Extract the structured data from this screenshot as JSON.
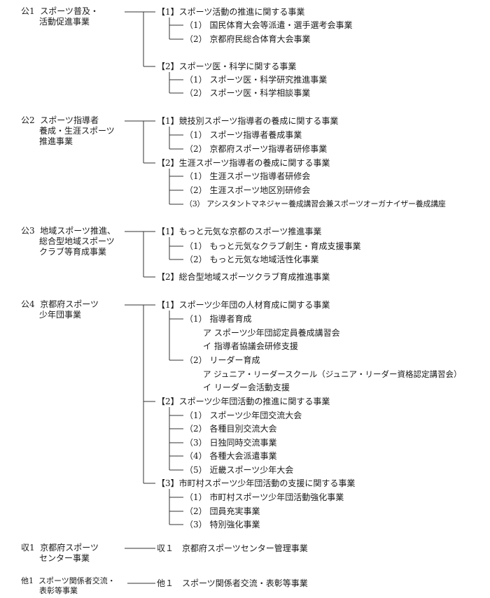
{
  "groups": [
    {
      "code": "公1",
      "name": [
        "スポーツ普及・",
        "活動促進事業"
      ],
      "projects": [
        {
          "label": "【1】スポーツ活動の推進に関する事業",
          "items": [
            {
              "label": "（1） 国民体育大会等派遣・選手選考会事業"
            },
            {
              "label": "（2） 京都府民総合体育大会事業"
            }
          ]
        },
        {
          "label": "【2】スポーツ医・科学に関する事業",
          "items": [
            {
              "label": "（1） スポーツ医・科学研究推進事業"
            },
            {
              "label": "（2） スポーツ医・科学相談事業"
            }
          ]
        }
      ]
    },
    {
      "code": "公2",
      "name": [
        "スポーツ指導者",
        "養成・生涯スポーツ",
        "推進事業"
      ],
      "projects": [
        {
          "label": "【1】競技別スポーツ指導者の養成に関する事業",
          "items": [
            {
              "label": "（1） スポーツ指導者養成事業"
            },
            {
              "label": "（2） 京都府スポーツ指導者研修事業"
            }
          ]
        },
        {
          "label": "【2】生涯スポーツ指導者の養成に関する事業",
          "items": [
            {
              "label": "（1） 生涯スポーツ指導者研修会"
            },
            {
              "label": "（2） 生涯スポーツ地区別研修会"
            },
            {
              "label": "（3） アシスタントマネジャー養成講習会兼スポーツオーガナイザー養成講座"
            }
          ]
        }
      ]
    },
    {
      "code": "公3",
      "name": [
        "地域スポーツ推進、",
        "総合型地域スポーツ",
        "クラブ等育成事業"
      ],
      "projects": [
        {
          "label": "【1】もっと元気な京都のスポーツ推進事業",
          "items": [
            {
              "label": "（1） もっと元気なクラブ創生・育成支援事業"
            },
            {
              "label": "（2） もっと元気な地域活性化事業"
            }
          ]
        },
        {
          "label": "【2】総合型地域スポーツクラブ育成推進事業",
          "items": []
        }
      ]
    },
    {
      "code": "公4",
      "name": [
        "京都府スポーツ",
        "少年団事業"
      ],
      "projects": [
        {
          "label": "【1】スポーツ少年団の人材育成に関する事業",
          "items": [
            {
              "label": "（1） 指導者育成",
              "sub": [
                "ア スポーツ少年団認定員養成講習会",
                "イ 指導者協議会研修支援"
              ]
            },
            {
              "label": "（2） リーダー育成",
              "sub": [
                "ア ジュニア・リーダースクール（ジュニア・リーダー資格認定講習会）",
                "イ リーダー会活動支援"
              ]
            }
          ]
        },
        {
          "label": "【2】スポーツ少年団活動の推進に関する事業",
          "items": [
            {
              "label": "（1） スポーツ少年団交流大会"
            },
            {
              "label": "（2） 各種目別交流大会"
            },
            {
              "label": "（3） 日独同時交流事業"
            },
            {
              "label": "（4） 各種大会派遣事業"
            },
            {
              "label": "（5） 近畿スポーツ少年大会"
            }
          ]
        },
        {
          "label": "【3】市町村スポーツ少年団活動の支援に関する事業",
          "items": [
            {
              "label": "（1） 市町村スポーツ少年団活動強化事業"
            },
            {
              "label": "（2） 団員充実事業"
            },
            {
              "label": "（3） 特別強化事業"
            }
          ]
        }
      ]
    },
    {
      "code": "収1",
      "name": [
        "京都府スポーツ",
        "センター事業"
      ],
      "direct": "収１　京都府スポーツセンター管理事業"
    },
    {
      "code": "他1",
      "name": [
        "スポーツ関係者交流・",
        "表彰等事業"
      ],
      "direct": "他１　スポーツ関係者交流・表彰等事業"
    }
  ]
}
